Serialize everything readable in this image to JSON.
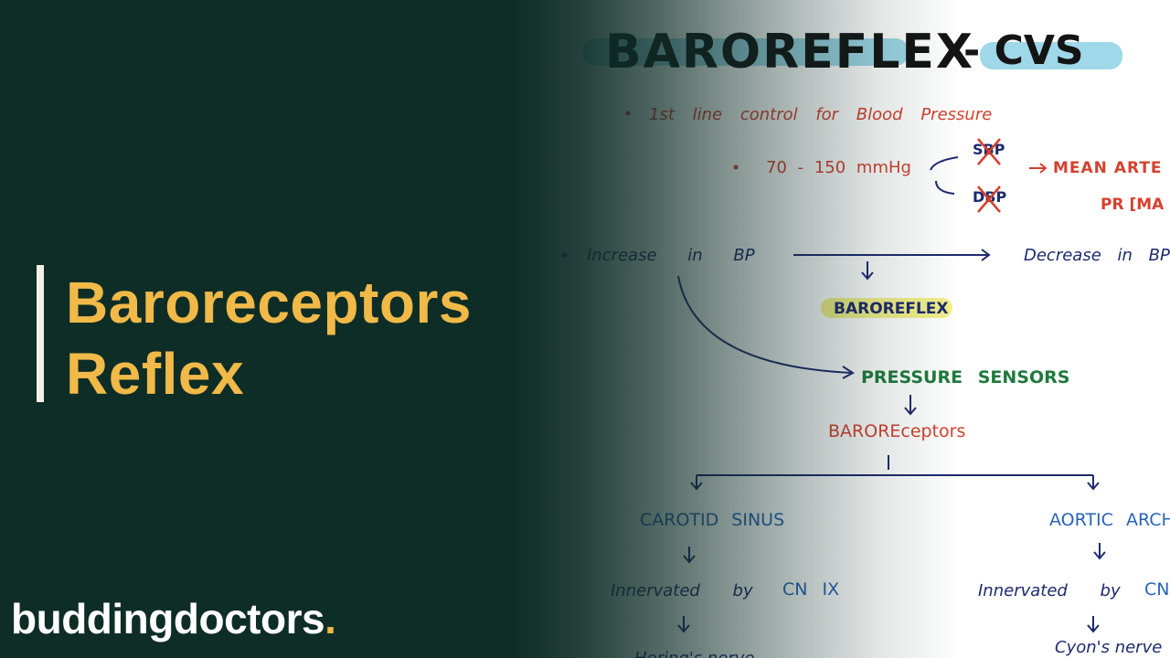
{
  "title": {
    "line1": "Baroreceptors",
    "line2": "Reflex"
  },
  "brand": {
    "name": "buddingdoctors",
    "dot": "."
  },
  "notes": {
    "heading": "BAROREFLEX",
    "heading_suffix": "- CVS",
    "bullet1": "1st line control for Blood Pressure",
    "bullet2": "70 - 150 mmHg",
    "sbp": "SBP",
    "dbp": "DBP",
    "mean_arterial": "MEAN ARTE",
    "pr_map": "PR [MA",
    "increase": "Increase in BP",
    "decrease": "Decrease in BP",
    "baroreflex": "BAROREFLEX",
    "pressure_sensors": "PRESSURE SENSORS",
    "baroreceptors": "BAROREceptors",
    "carotid_sinus": "CAROTID SINUS",
    "aortic_arch": "AORTIC ARCH",
    "innervated_left": "Innervated by",
    "cn_ix": "CN IX",
    "innervated_right": "Innervated by",
    "cn_right": "CN",
    "nerve_left": "Hering's nerve",
    "nerve_right": "Cyon's nerve"
  },
  "colors": {
    "background": "#0e2d27",
    "title": "#f0b948",
    "brand": "#ffffff",
    "accent_bar": "#f3efe3",
    "ink_navy": "#1d2a6e",
    "ink_red": "#d5412e",
    "ink_green": "#1f7a3c",
    "ink_blue": "#2a63b8",
    "highlight_blue": "#9fd8e8",
    "highlight_yellow": "#f3f08a"
  }
}
